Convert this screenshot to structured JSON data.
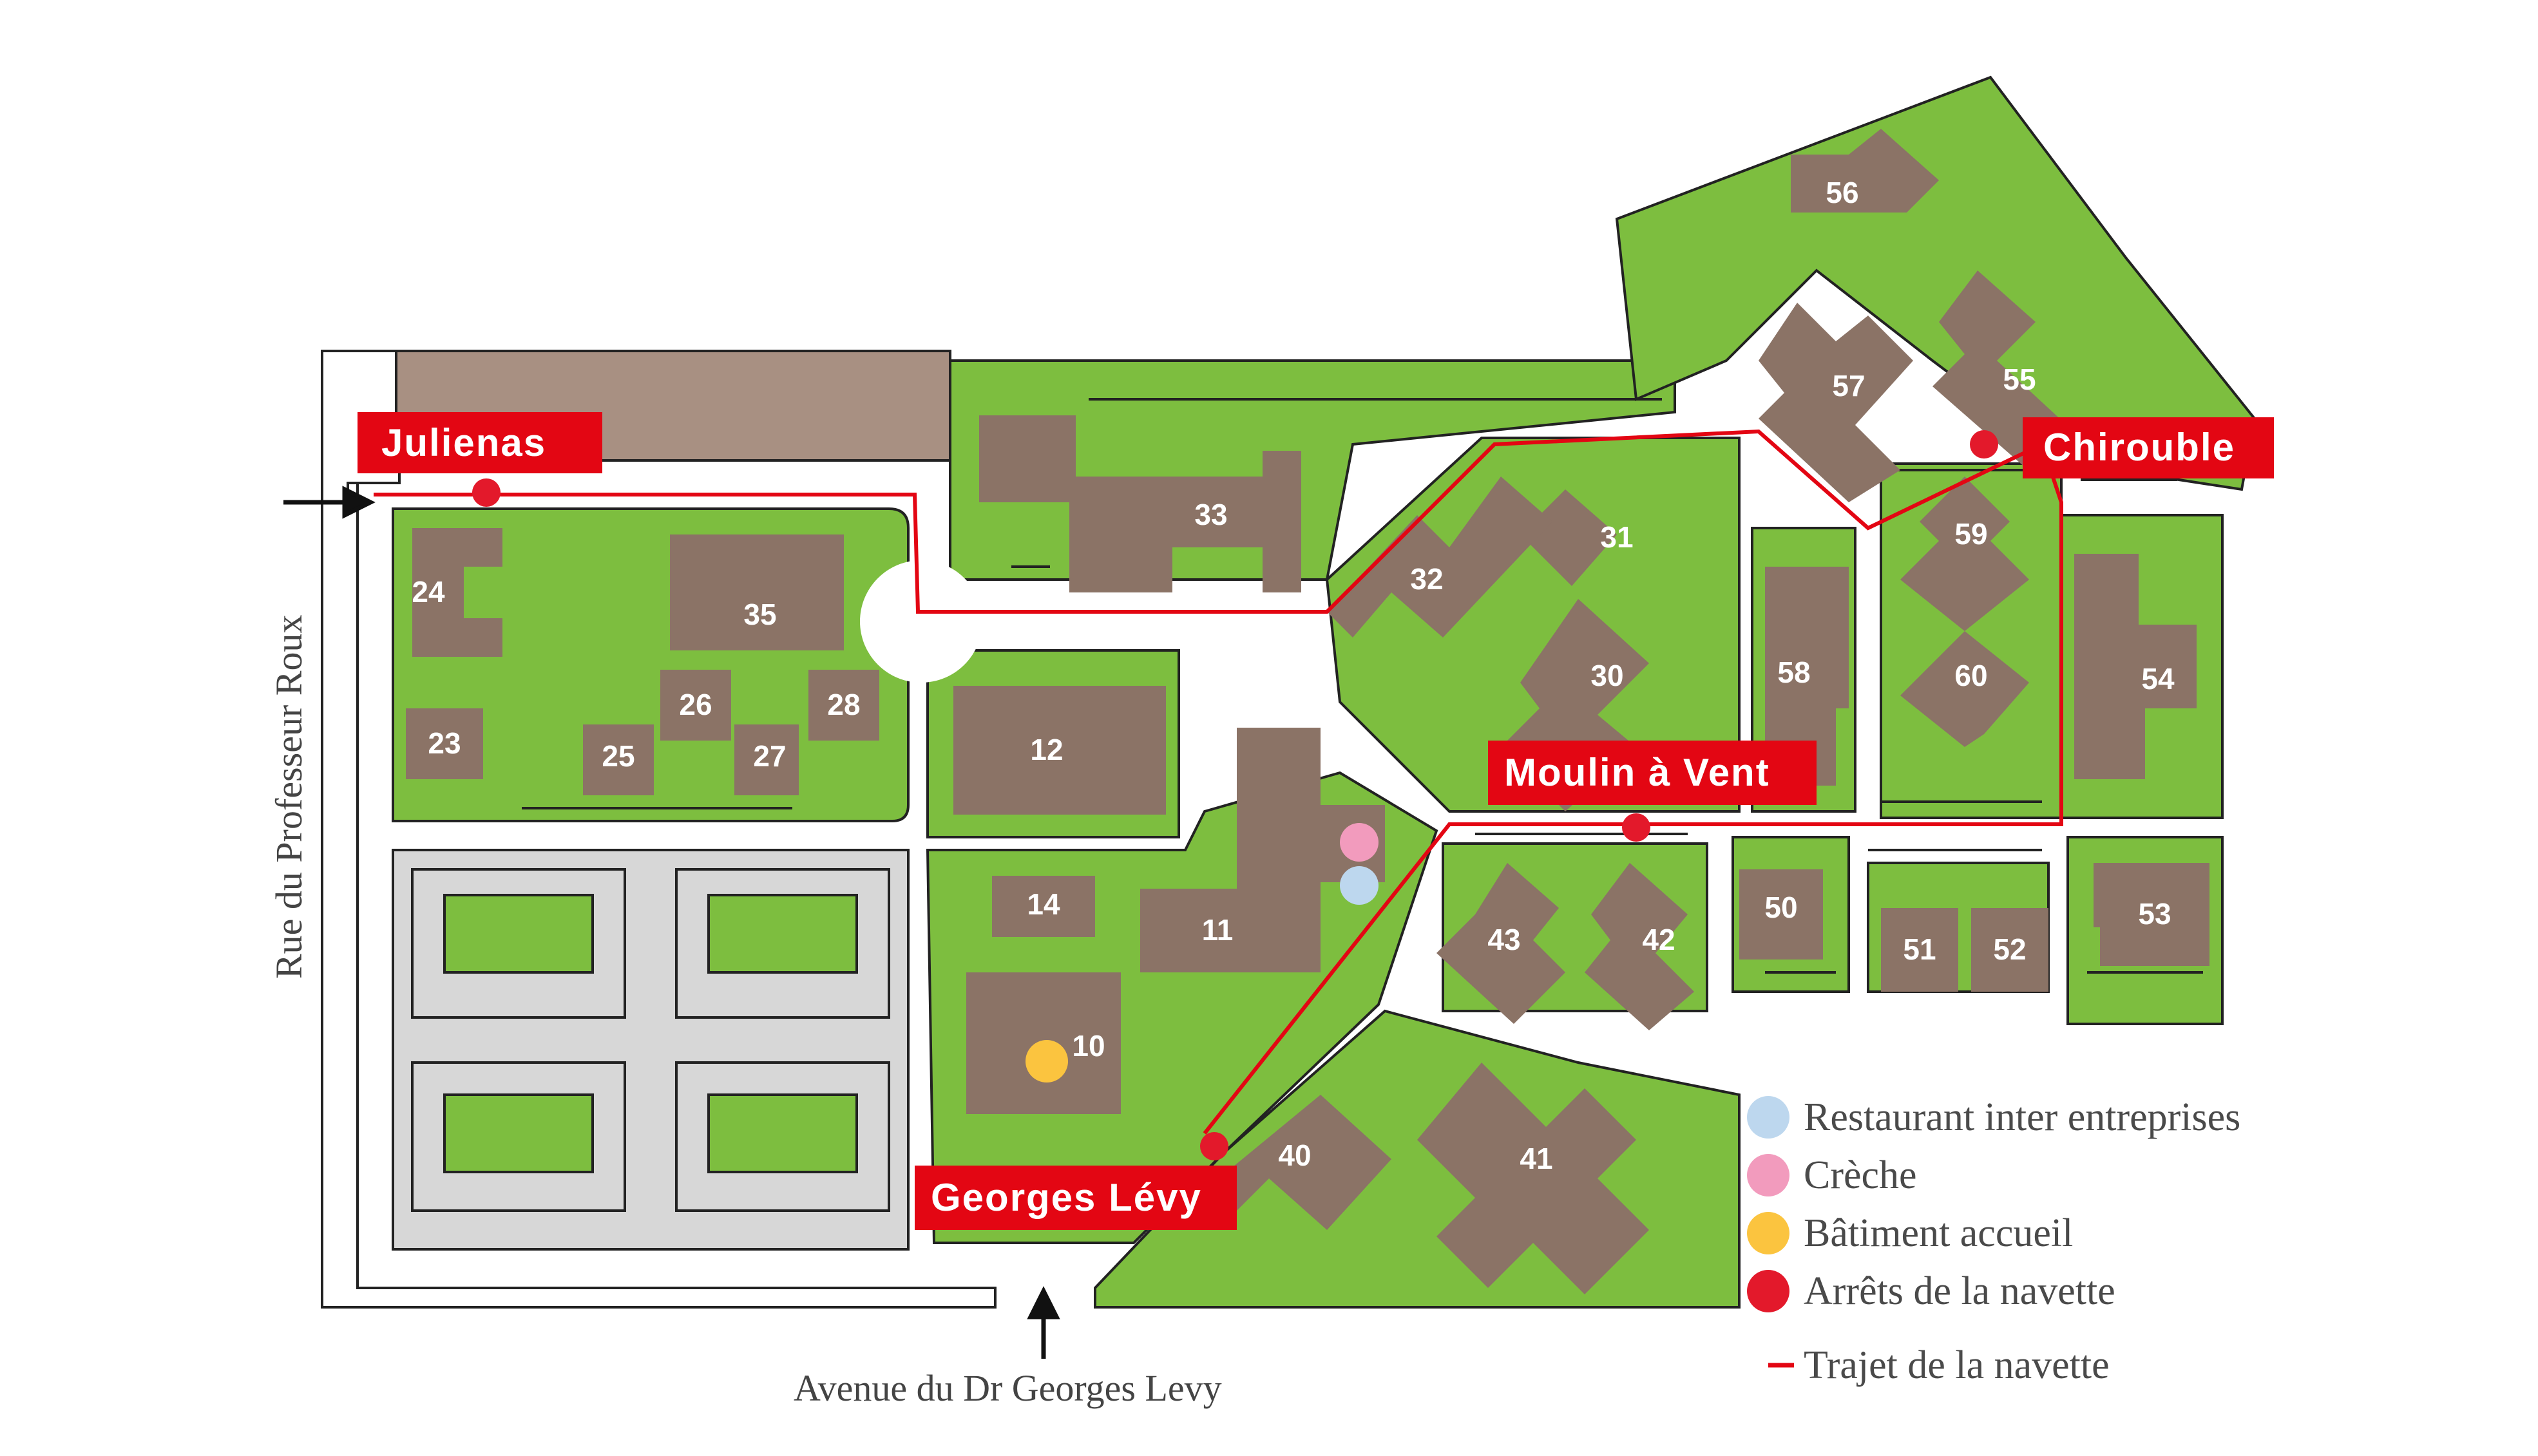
{
  "colors": {
    "green": "#7dbe3f",
    "building": "#8b7366",
    "dirt": "#a89082",
    "court": "#d3d3d3",
    "route": "#e30613",
    "stop": "#e3192b",
    "restaurant": "#bdd7ee",
    "creche": "#f29bbd",
    "accueil": "#fbc43f",
    "outline": "#222222"
  },
  "buildings": [
    "10",
    "11",
    "12",
    "14",
    "23",
    "24",
    "25",
    "26",
    "27",
    "28",
    "30",
    "31",
    "32",
    "33",
    "35",
    "40",
    "41",
    "42",
    "43",
    "50",
    "51",
    "52",
    "53",
    "54",
    "55",
    "56",
    "57",
    "58",
    "59",
    "60"
  ],
  "streets": {
    "west": "Rue du Professeur Roux",
    "south": "Avenue du Dr Georges Levy"
  },
  "shuttle_stops": {
    "julienas": "Julienas",
    "chirouble": "Chirouble",
    "moulin": "Moulin à Vent",
    "georges": "Georges Lévy"
  },
  "legend": {
    "restaurant": "Restaurant inter entreprises",
    "creche": "Crèche",
    "accueil": "Bâtiment accueil",
    "arrets": "Arrêts de la navette",
    "trajet": "Trajet de la navette"
  }
}
